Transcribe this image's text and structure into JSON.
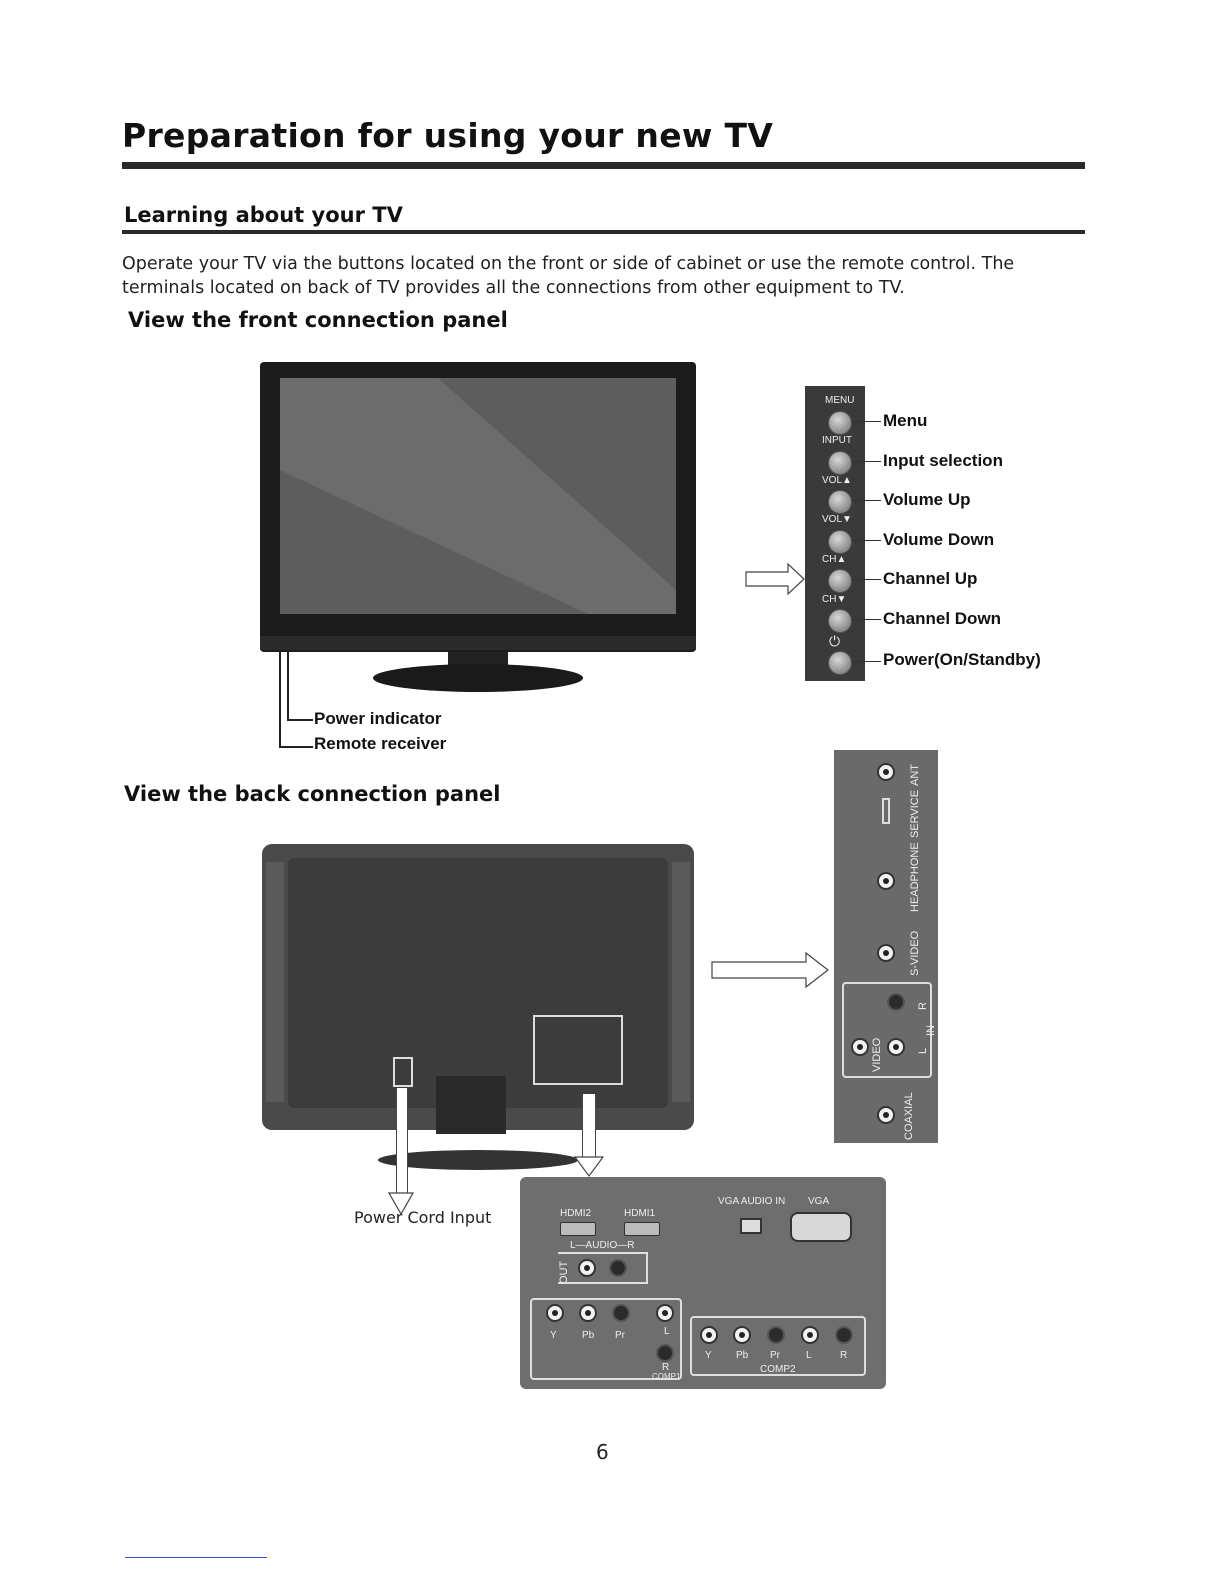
{
  "page": {
    "title": "Preparation for using your new TV",
    "subtitle": "Learning about your TV",
    "intro": "Operate your TV via the buttons located on the front or side of cabinet or use the remote control. The terminals located on back of TV provides all the connections from other equipment to TV.",
    "page_number": "6"
  },
  "front_panel": {
    "heading": "View the front connection panel",
    "side_buttons": [
      {
        "marking": "MENU",
        "label": "Menu"
      },
      {
        "marking": "INPUT",
        "label": "Input selection"
      },
      {
        "marking": "VOL▲",
        "label": "Volume Up"
      },
      {
        "marking": "VOL▼",
        "label": "Volume Down"
      },
      {
        "marking": "CH▲",
        "label": "Channel Up"
      },
      {
        "marking": "CH▼",
        "label": "Channel Down"
      },
      {
        "marking": "⏻",
        "label": "Power(On/Standby)"
      }
    ],
    "front_labels": {
      "power_indicator": "Power  indicator",
      "remote_receiver": "Remote receiver"
    }
  },
  "back_panel": {
    "heading": "View the back connection panel",
    "power_cord_label": "Power Cord Input",
    "side_jacks": {
      "ant": "ANT",
      "service": "SERVICE",
      "headphone": "HEADPHONE",
      "svideo": "S-VIDEO",
      "r": "R",
      "l": "L",
      "in": "IN",
      "video": "VIDEO",
      "coaxial": "COAXIAL"
    },
    "bottom_jacks": {
      "hdmi2": "HDMI2",
      "hdmi1": "HDMI1",
      "vga_audio_in": "VGA AUDIO IN",
      "vga": "VGA",
      "audio": "L—AUDIO—R",
      "out": "OUT",
      "comp1_y": "Y",
      "comp1_pb": "Pb",
      "comp1_pr": "Pr",
      "comp1_l": "L",
      "comp1_r": "R",
      "comp1": "COMP1",
      "comp2_y": "Y",
      "comp2_pb": "Pb",
      "comp2_pr": "Pr",
      "comp2_l": "L",
      "comp2_r": "R",
      "comp2": "COMP2"
    }
  }
}
